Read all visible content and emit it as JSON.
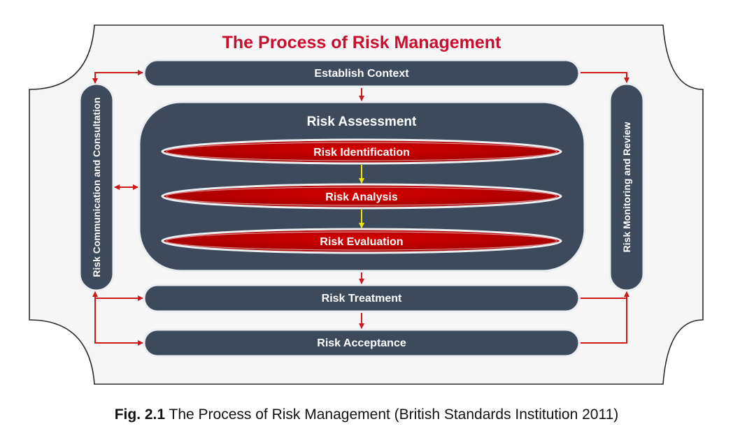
{
  "colors": {
    "panel_fill": "#3d4a5c",
    "panel_outline": "#eceef1",
    "ellipse_fill": "#c00000",
    "arrow_red": "#cc1a1a",
    "arrow_yellow": "#f2e600",
    "title_red": "#c8102e"
  },
  "diagram": {
    "title": "The Process of Risk Management",
    "establish_context": "Establish Context",
    "risk_assessment": {
      "heading": "Risk Assessment",
      "steps": [
        "Risk Identification",
        "Risk Analysis",
        "Risk Evaluation"
      ]
    },
    "risk_treatment": "Risk Treatment",
    "risk_acceptance": "Risk Acceptance",
    "left_side": "Risk Communication and Consultation",
    "right_side": "Risk Monitoring and Review"
  },
  "caption": {
    "label": "Fig. 2.1",
    "text": " The Process of Risk Management (British Standards Institution 2011)"
  }
}
